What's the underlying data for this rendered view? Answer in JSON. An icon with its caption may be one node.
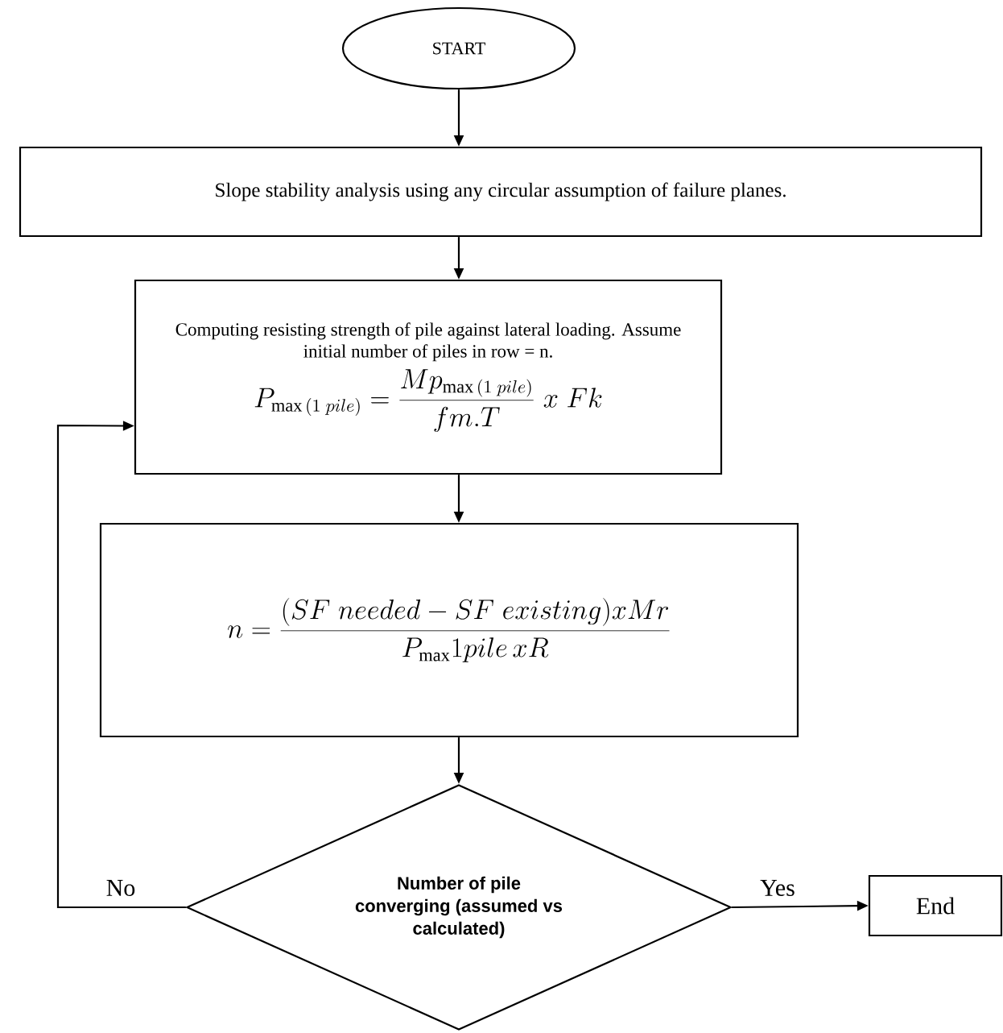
{
  "diagram": {
    "nodes": [
      {
        "text": [
          "START"
        ]
      },
      {
        "text": [
          "Slope stability analysis using any circular assumption of failure planes."
        ]
      },
      {
        "text": [
          "Computing resisting strength of pile against lateral loading.  Assume initial number of piles in row = n.",
          "P_{\\max\\,(1\\;pile)} = \\frac{Mp_{\\max\\,(1\\;pile)}}{fm.T}\\;x\\;Fk"
        ]
      },
      {
        "text": [
          "n = \\frac{(SF\\;needed - SF\\;existing)xMr}{P_{\\max}1pile\\,xR}"
        ]
      },
      {
        "text": [
          "Number of pile converging (assumed vs calculated)"
        ]
      },
      {
        "text": [
          "End"
        ]
      }
    ],
    "edges": [
      {
        "from": 0,
        "to": 1,
        "arrow": "to"
      },
      {
        "from": 1,
        "to": 2,
        "arrow": "to"
      },
      {
        "from": 2,
        "to": 3,
        "arrow": "to"
      },
      {
        "from": 3,
        "to": 4,
        "arrow": "to"
      },
      {
        "from": 4,
        "to": 5,
        "arrow": "to",
        "label": "Yes"
      },
      {
        "from": 4,
        "to": 2,
        "arrow": "to",
        "label": "No"
      }
    ]
  }
}
